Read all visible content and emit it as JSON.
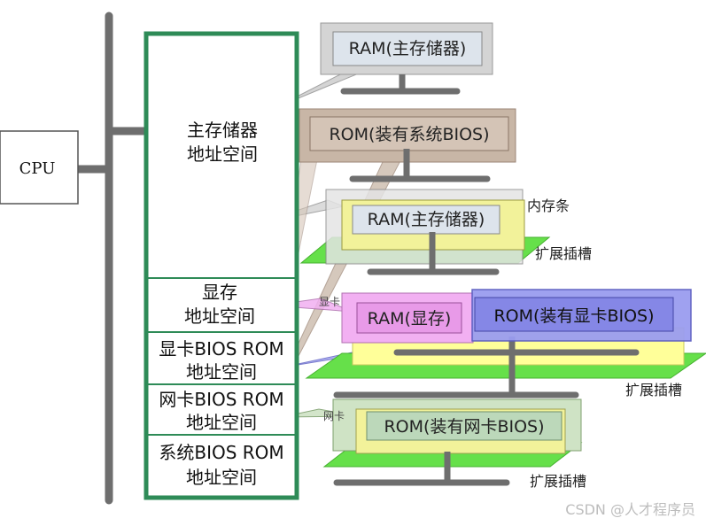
{
  "cpu": {
    "label": "CPU"
  },
  "address_space": {
    "regions": [
      {
        "lines": [
          "主存储器",
          "地址空间"
        ]
      },
      {
        "lines": [
          "显存",
          "地址空间"
        ]
      },
      {
        "lines": [
          "显卡BIOS ROM",
          "地址空间"
        ]
      },
      {
        "lines": [
          "网卡BIOS ROM",
          "地址空间"
        ]
      },
      {
        "lines": [
          "系统BIOS ROM",
          "地址空间"
        ]
      }
    ]
  },
  "chips": {
    "ram_main_top": "RAM(主存储器)",
    "rom_system_bios": "ROM(装有系统BIOS)",
    "ram_main_module": "RAM(主存储器)",
    "ram_video": "RAM(显存)",
    "rom_video_bios": "ROM(装有显卡BIOS)",
    "rom_nic_bios": "ROM(装有网卡BIOS)"
  },
  "annotations": {
    "memory_module": "内存条",
    "expansion_slot_1": "扩展插槽",
    "expansion_slot_2": "扩展插槽",
    "expansion_slot_3": "扩展插槽",
    "video_card": "显卡",
    "network_card": "网卡"
  },
  "watermark": "CSDN @人才程序员",
  "colors": {
    "bus": "#6e6e6e",
    "address_border": "#2e8b57",
    "slot_green": "#66e04a",
    "slot_yellow": "#ffff99",
    "rom_tan": "#c8b6a6",
    "video_ram_pink": "#f2b0f2",
    "video_bios_blue": "#9a9cf0",
    "nic_card_green": "#cfe3c5"
  }
}
